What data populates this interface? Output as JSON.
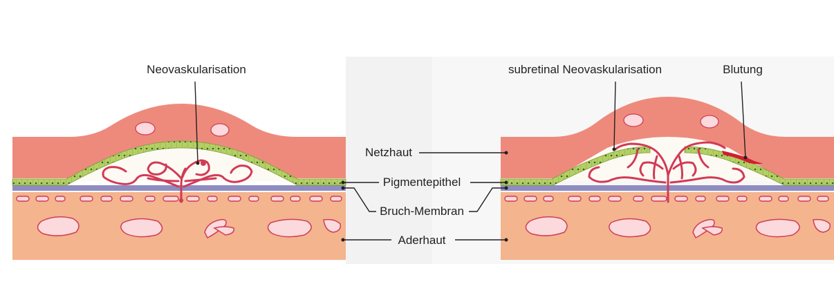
{
  "figure": {
    "left": {
      "neovascularisation_label": "Neovaskularisation"
    },
    "right": {
      "subretinal_label": "subretinal Neovaskularisation",
      "bleeding_label": "Blutung"
    },
    "layers": {
      "retina": "Netzhaut",
      "pigment_epithelium": "Pigmentepithel",
      "bruch_membrane": "Bruch-Membran",
      "choroid": "Aderhaut"
    },
    "colors": {
      "retina": "#ee8a7c",
      "retina_edge": "#c9534a",
      "pigment": "#b4cf63",
      "pigment_cells": "#2e5e2e",
      "bruch": "#8f8cc0",
      "choroid": "#f3b48e",
      "vessel": "#d23a55",
      "vessel_fill": "#f7d3d4",
      "blood": "#d01f2f"
    }
  }
}
